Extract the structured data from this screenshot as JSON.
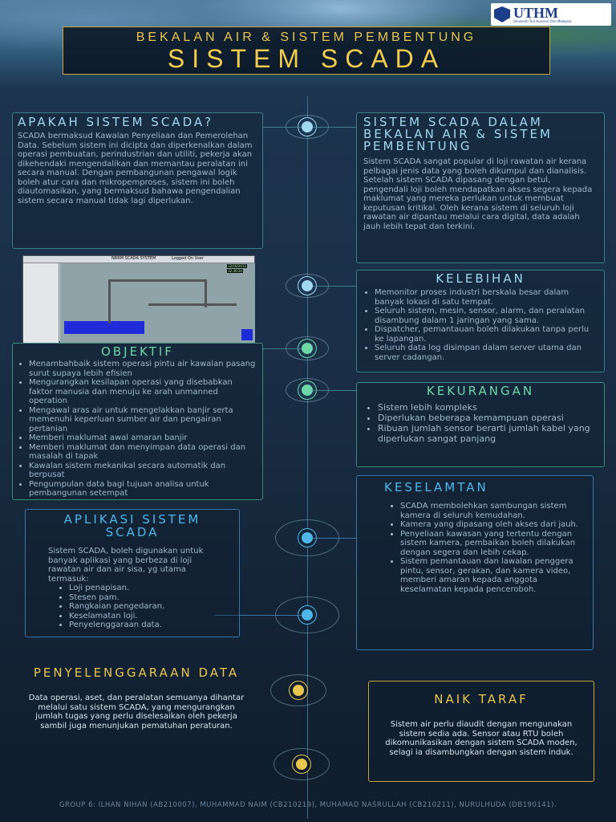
{
  "brand": {
    "name": "UTHM",
    "sub": "Universiti Tun Hussein Onn Malaysia"
  },
  "header": {
    "line1": "BEKALAN AIR & SISTEM PEMBENTUNG",
    "line2": "SISTEM SCADA"
  },
  "apakah": {
    "title": "APAKAH SISTEM SCADA?",
    "body": "SCADA bermaksud Kawalan Penyeliaan dan Pemerolehan Data. Sebelum sistem ini dicipta dan diperkenalkan dalam operasi pembuatan, perindustrian dan utiliti, pekerja akan dikehendaki mengendalikan dan memantau peralatan ini secara manual. Dengan pembangunan pengawal logik boleh atur cara dan mikropemproses, sistem ini boleh diautomasikan, yang bermaksud bahawa pengendalian sistem secara manual tidak lagi diperlukan."
  },
  "dalam": {
    "title": "SISTEM SCADA DALAM BEKALAN AIR & SISTEM PEMBENTUNG",
    "body": "Sistem SCADA sangat popular di loji rawatan air kerana pelbagai jenis data yang boleh dikumpul dan dianalisis. Setelah sistem SCADA dipasang dengan betul, pengendali loji boleh mendapatkan akses segera kepada maklumat yang mereka perlukan untuk membuat keputusan kritikal. Oleh kerana sistem di seluruh loji rawatan air dipantau melalui cara digital, data adalah jauh lebih tepat dan terkini."
  },
  "screen": {
    "title": "NRRM SCADA SYSTEM",
    "date": "12/10/2012",
    "time": "12:30:24",
    "logged": "Logged On User"
  },
  "kelebihan": {
    "title": "KELEBIHAN",
    "items": [
      "Memonitor proses industri berskala besar dalam banyak lokasi di satu tempat.",
      "Seluruh sistem, mesin, sensor, alarm, dan peralatan disambung dalam 1 jaringan yang sama.",
      "Dispatcher, pemantauan boleh dilakukan tanpa perlu ke lapangan.",
      "Seluruh data log disimpan dalam server utama dan server cadangan."
    ]
  },
  "objektif": {
    "title": "OBJEKTIF",
    "items": [
      "Menambahbaik sistem operasi pintu air kawalan pasang surut supaya lebih efisien",
      "Mengurangkan kesilapan operasi yang disebabkan faktor manusia dan menuju ke arah unmanned operation",
      "Mengawal aras air untuk mengelakkan banjir serta memenuhi keperluan sumber air dan pengairan pertanian",
      "Memberi maklumat awal amaran banjir",
      "Memberi maklumat dan menyimpan data operasi dan masalah di tapak",
      "Kawalan sistem mekanikal secara automatik dan berpusat",
      "Pengumpulan data bagi tujuan analisa untuk pembangunan setempat"
    ]
  },
  "kekurangan": {
    "title": "KEKURANGAN",
    "items": [
      "Sistem lebih kompleks",
      "Diperlukan beberapa kemampuan operasi",
      "Ribuan jumlah sensor berarti jumlah kabel yang diperlukan sangat panjang"
    ]
  },
  "keselamatan": {
    "title": "KESELAMTAN",
    "items": [
      "SCADA membolehkan sambungan sistem kamera di seluruh kemudahan.",
      "Kamera yang dipasang oleh akses dari jauh.",
      "Penyeliaan kawasan yang tertentu dengan sistem kamera, pembaikan boleh dilakukan dengan segera dan lebih cekap.",
      "Sistem pemantauan dan lawalan penggera pintu, sensor, gerakan, dan kamera video, memberi amaran kepada anggota keselamatan kepada penceroboh."
    ]
  },
  "aplikasi": {
    "title": "APLIKASI SISTEM SCADA",
    "intro": "Sistem SCADA, boleh digunakan untuk banyak aplikasi yang berbeza di loji rawatan air dan air sisa, yg utama termasuk:",
    "items": [
      "Loji penapisan.",
      "Stesen pam.",
      "Rangkaian pengedaran.",
      "Keselamatan loji.",
      "Penyelenggaraan data."
    ]
  },
  "penyelenggaraan": {
    "title": "PENYELENGGARAAN DATA",
    "body": "Data operasi, aset, dan peralatan semuanya dihantar melalui satu sistem SCADA, yang mengurangkan jumlah tugas yang perlu diselesaikan oleh pekerja sambil juga menunjukan pematuhan peraturan."
  },
  "naik": {
    "title": "NAIK TARAF",
    "body": "Sistem air perlu diaudit dengan mengunakan sistem sedia ada. Sensor atau RTU boleh dikomunikasikan dengan sistem SCADA moden, selagi ia disambungkan dengan sistem induk."
  },
  "footer": "GROUP 6: ILHAN NIHAN (AB210007), MUHAMMAD NAIM (CB210219), MUHAMAD NASRULLAH (CB210211), NURULHUDA (DB190141).",
  "colors": {
    "teal": "#9fd8f0",
    "green": "#6fd6a8",
    "yellow": "#e9c64f",
    "blue": "#4fb6ea"
  }
}
